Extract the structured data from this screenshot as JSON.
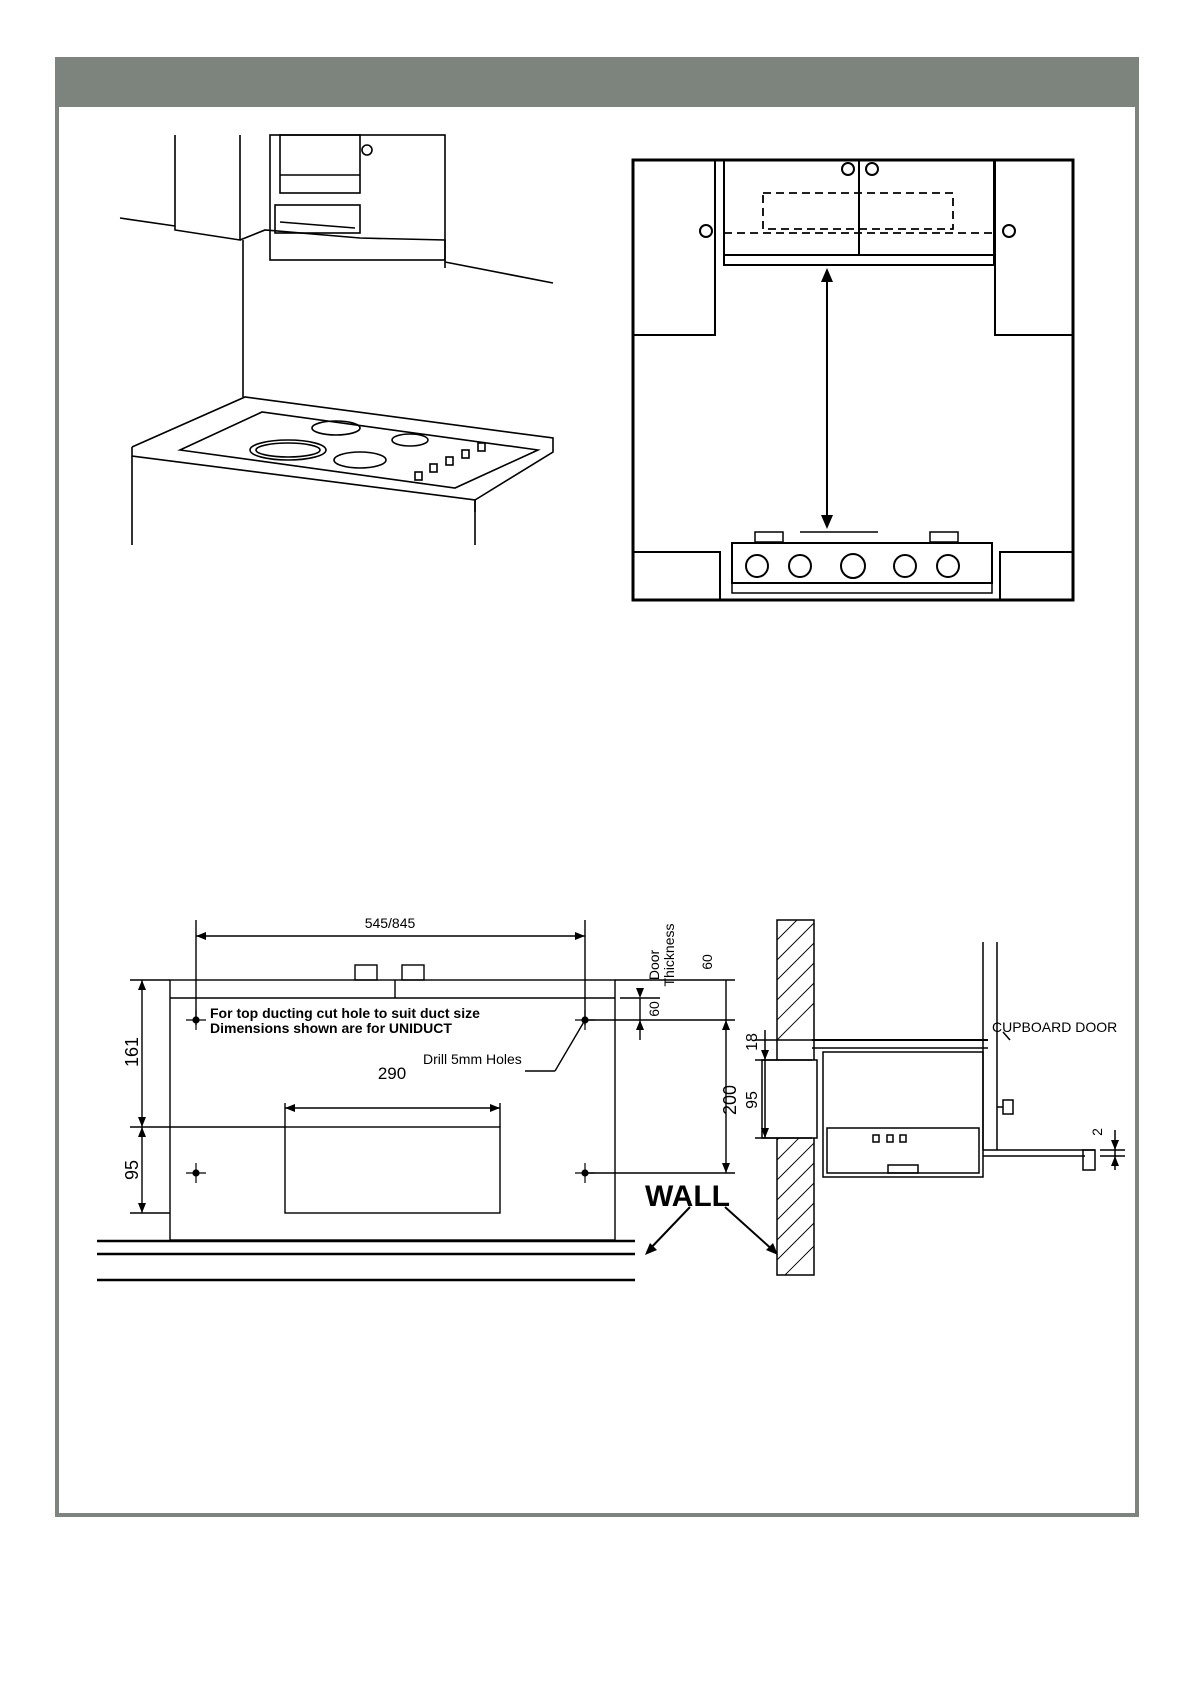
{
  "header": {
    "title": ""
  },
  "dimensions": {
    "width_label": "545/845",
    "door_60_label": "60",
    "door_60_side_label": "60",
    "door_word": "Door",
    "thickness_word": "Thickness",
    "h161_label": "161",
    "h95_label": "95",
    "w290_label": "290",
    "h200_label": "200",
    "s18_label": "18",
    "s95_label": "95",
    "s2_label": "2"
  },
  "notes": {
    "line1": "For top ducting cut hole to suit duct size",
    "line2": "Dimensions shown are for UNIDUCT",
    "drill": "Drill 5mm Holes",
    "wall": "WALL",
    "cupboard_door": "CUPBOARD  DOOR"
  }
}
